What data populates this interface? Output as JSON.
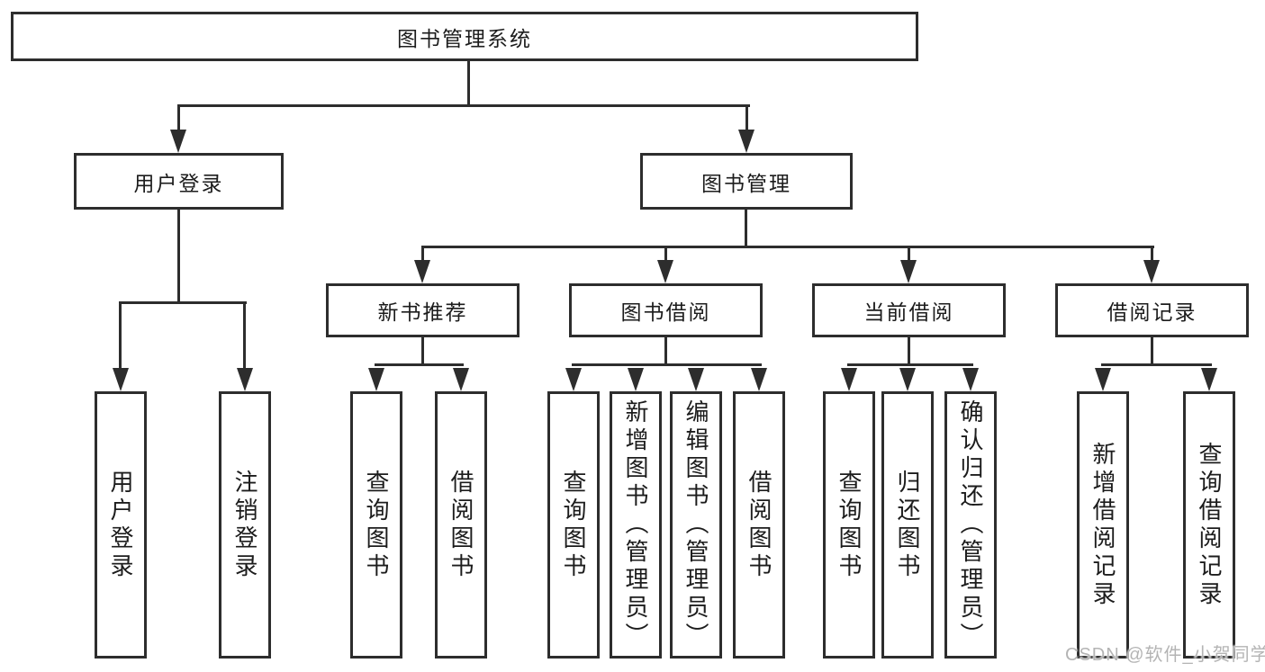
{
  "colors": {
    "line": "#2d2d2d",
    "text": "#1c1c1c",
    "background": "#ffffff",
    "watermark": "#b4b4b4"
  },
  "tree": {
    "root": {
      "label": "图书管理系统"
    },
    "login": {
      "label": "用户登录",
      "children": [
        {
          "label": "用户登录"
        },
        {
          "label": "注销登录"
        }
      ]
    },
    "manage": {
      "label": "图书管理",
      "groups": [
        {
          "label": "新书推荐",
          "children": [
            {
              "label": "查询图书"
            },
            {
              "label": "借阅图书"
            }
          ]
        },
        {
          "label": "图书借阅",
          "children": [
            {
              "label": "查询图书"
            },
            {
              "label": "新增图书（管理员）"
            },
            {
              "label": "编辑图书（管理员）"
            },
            {
              "label": "借阅图书"
            }
          ]
        },
        {
          "label": "当前借阅",
          "children": [
            {
              "label": "查询图书"
            },
            {
              "label": "归还图书"
            },
            {
              "label": "确认归还（管理员）"
            }
          ]
        },
        {
          "label": "借阅记录",
          "children": [
            {
              "label": "新增借阅记录"
            },
            {
              "label": "查询借阅记录"
            }
          ]
        }
      ]
    }
  },
  "watermark": {
    "text": "CSDN @软件_小贺同学"
  }
}
